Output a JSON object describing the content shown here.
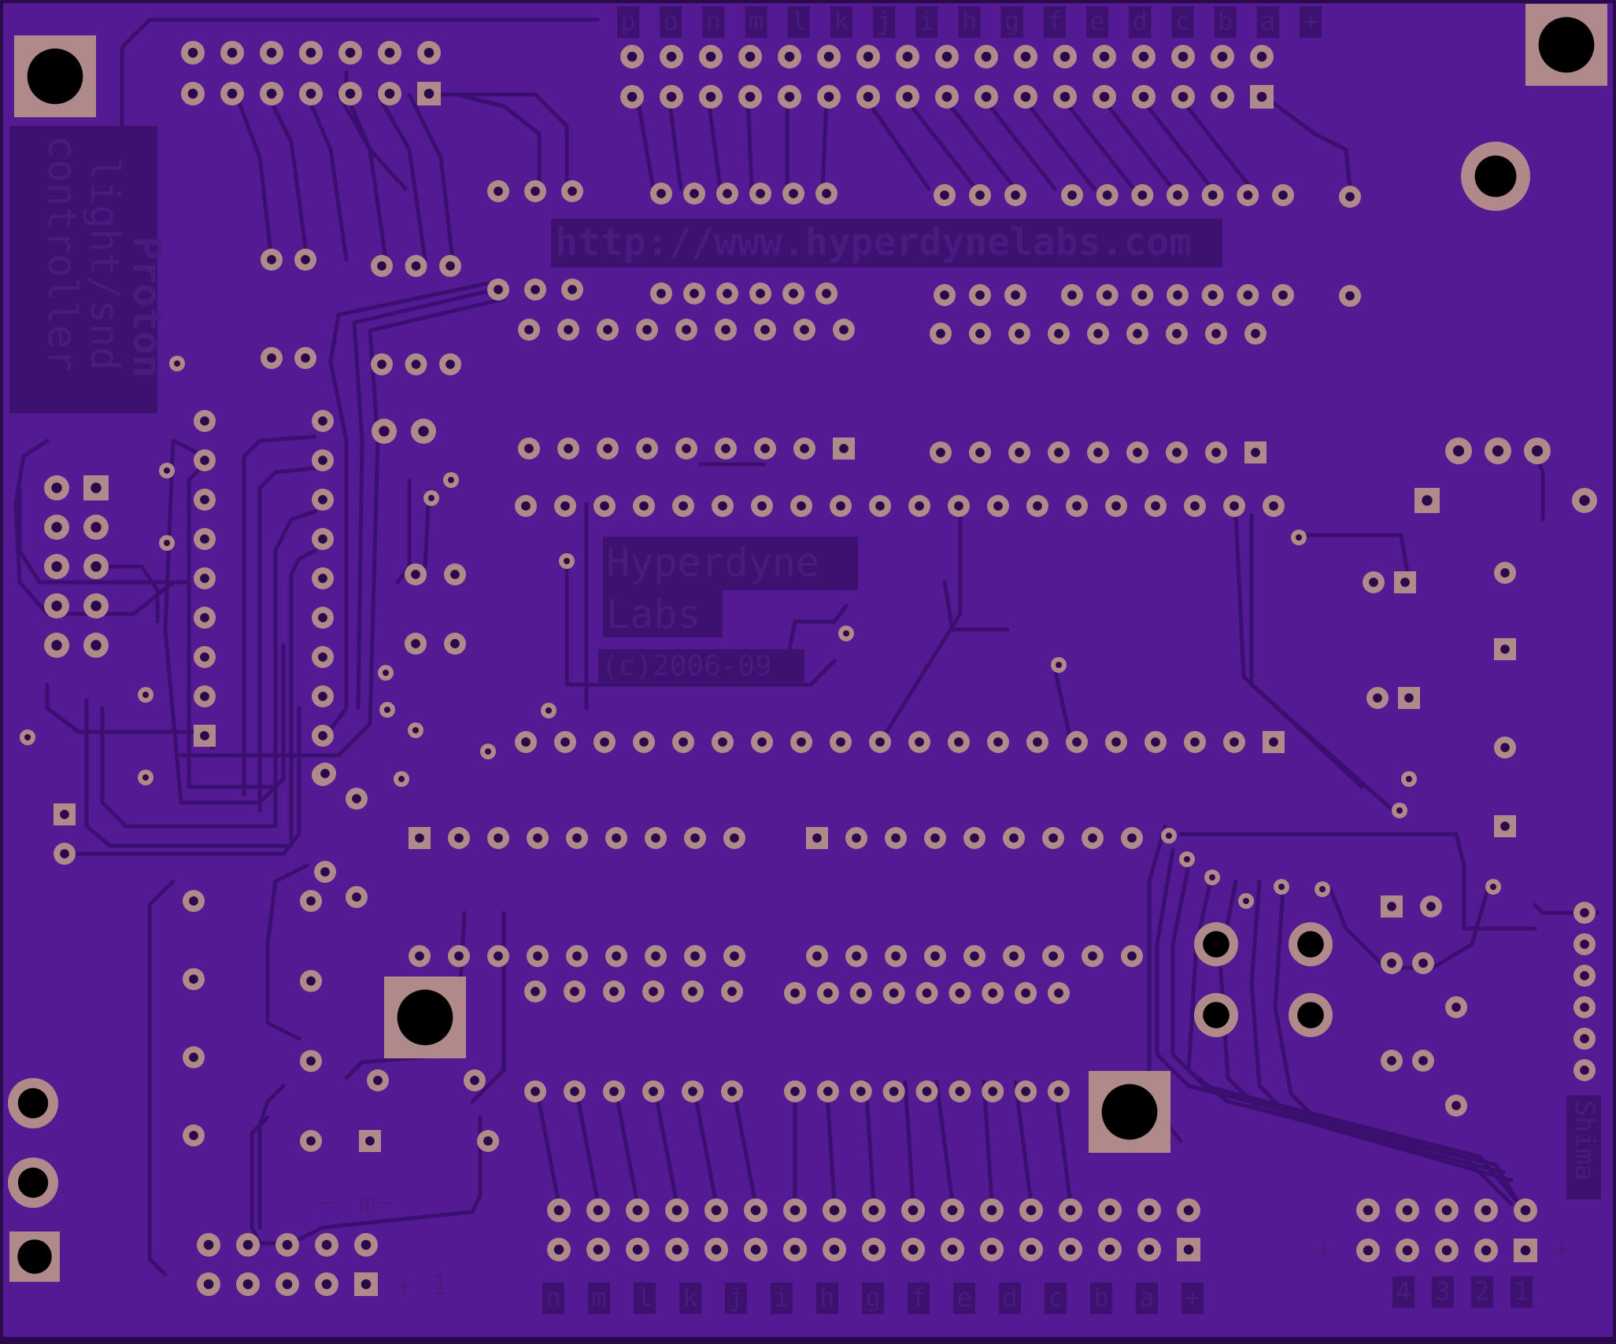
{
  "board": {
    "colors": {
      "substrate": "#541a94",
      "substrate_edge": "#2a0a4a",
      "trace": "#3b0f70",
      "trace_light": "#4a1a80",
      "pad": "#b08a8a",
      "pad_edge": "#8a6060",
      "hole": "#2a0a4a",
      "mount_hole": "#000000",
      "mount_pad": "#b08a8a",
      "silk_box": "#3d1170",
      "silk_text": "#4a1a80"
    },
    "labels": {
      "url": "http://www.hyperdynelabs.com",
      "company_line1": "Hyperdyne",
      "company_line2": "Labs",
      "copyright": "(c)2006-09",
      "title_line1": "Proton",
      "title_line2": "light/snd",
      "title_line3": "controller",
      "credit": "Shima"
    },
    "top_header_letters": [
      "p",
      "o",
      "n",
      "m",
      "l",
      "k",
      "j",
      "i",
      "h",
      "g",
      "f",
      "e",
      "d",
      "c",
      "b",
      "a",
      "+"
    ],
    "bottom_header_letters": [
      "n",
      "m",
      "l",
      "k",
      "j",
      "i",
      "h",
      "g",
      "f",
      "e",
      "d",
      "c",
      "b",
      "a",
      "+"
    ],
    "small_header_plus": "+",
    "small_header_one": "1",
    "bottom_left_marks": [
      "−",
      "m−"
    ],
    "right_header_numbers": [
      "4",
      "3",
      "2",
      "1"
    ],
    "right_header_plus_left": "+",
    "right_header_plus_right": "+"
  }
}
